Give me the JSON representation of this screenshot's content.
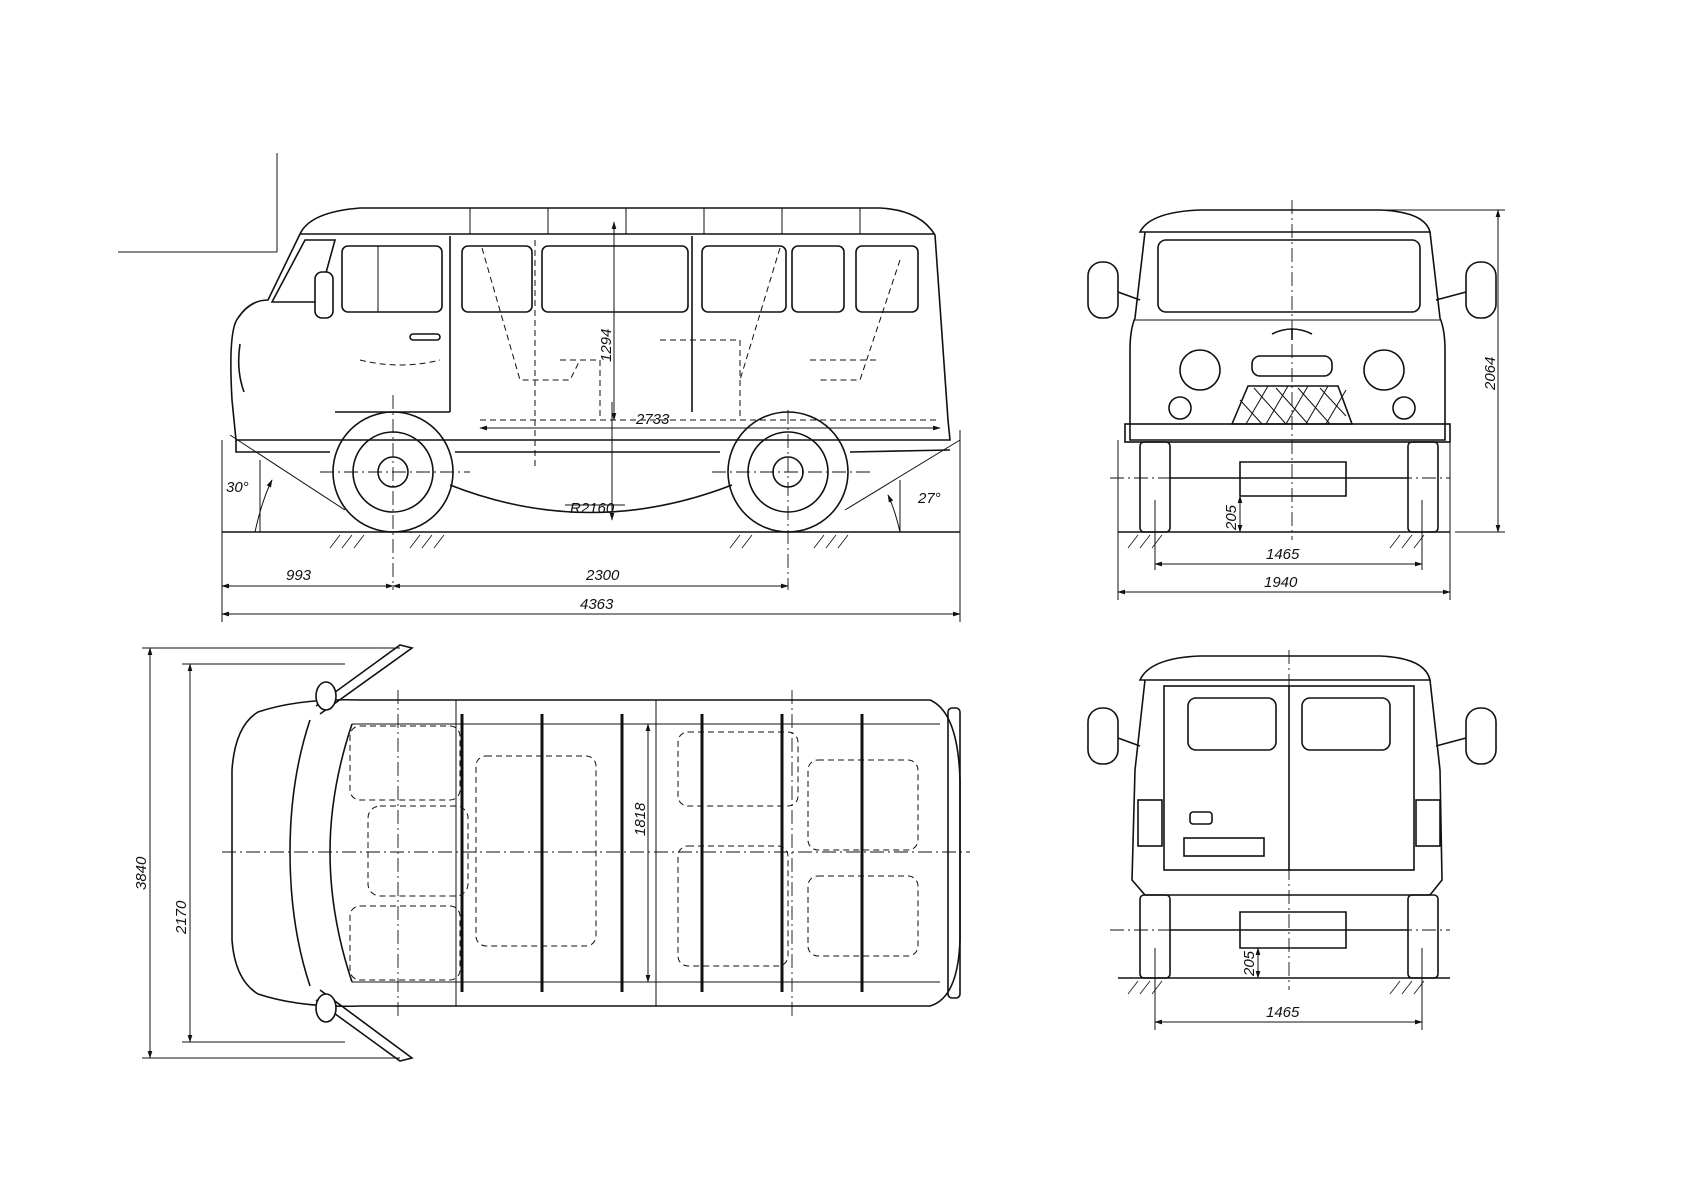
{
  "dimensions": {
    "side": {
      "front_overhang": "993",
      "wheelbase": "2300",
      "overall_length": "4363",
      "interior_length": "2733",
      "interior_height": "1294",
      "turning_radius": "R2160",
      "approach_angle": "30°",
      "departure_angle": "27°"
    },
    "front": {
      "overall_height": "2064",
      "ground_clearance": "205",
      "track": "1465",
      "overall_width": "1940"
    },
    "top": {
      "width_mirrors_open": "3840",
      "width_body": "2170",
      "interior_width": "1818"
    },
    "rear": {
      "ground_clearance": "205",
      "track": "1465"
    }
  }
}
